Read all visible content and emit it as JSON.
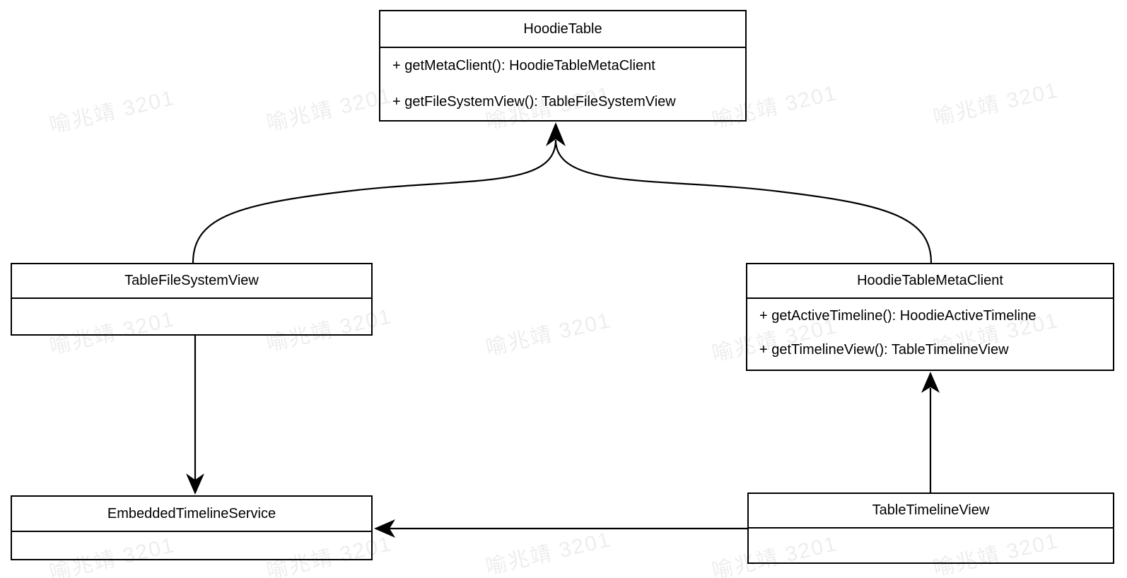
{
  "diagram_type": "uml-class-diagram",
  "classes": [
    {
      "name": "HoodieTable",
      "methods": [
        "+ getMetaClient(): HoodieTableMetaClient",
        "+ getFileSystemView(): TableFileSystemView"
      ]
    },
    {
      "name": "TableFileSystemView",
      "methods": []
    },
    {
      "name": "HoodieTableMetaClient",
      "methods": [
        "+ getActiveTimeline(): HoodieActiveTimeline",
        "+ getTimelineView(): TableTimelineView"
      ]
    },
    {
      "name": "EmbeddedTimelineService",
      "methods": []
    },
    {
      "name": "TableTimelineView",
      "methods": []
    }
  ],
  "relations": [
    {
      "from": "TableFileSystemView",
      "to": "HoodieTable",
      "arrow": "filled",
      "shape": "curved"
    },
    {
      "from": "HoodieTableMetaClient",
      "to": "HoodieTable",
      "arrow": "filled",
      "shape": "curved"
    },
    {
      "from": "TableFileSystemView",
      "to": "EmbeddedTimelineService",
      "arrow": "filled",
      "shape": "straight-vertical"
    },
    {
      "from": "TableTimelineView",
      "to": "HoodieTableMetaClient",
      "arrow": "filled",
      "shape": "straight-vertical"
    },
    {
      "from": "TableTimelineView",
      "to": "EmbeddedTimelineService",
      "arrow": "filled",
      "shape": "straight-horizontal"
    }
  ],
  "watermark": {
    "text": "喻兆靖 3201"
  },
  "colors": {
    "line": "#000000",
    "background": "#ffffff",
    "box_background": "#ffffff",
    "watermark": "rgba(0,0,0,0.07)"
  }
}
